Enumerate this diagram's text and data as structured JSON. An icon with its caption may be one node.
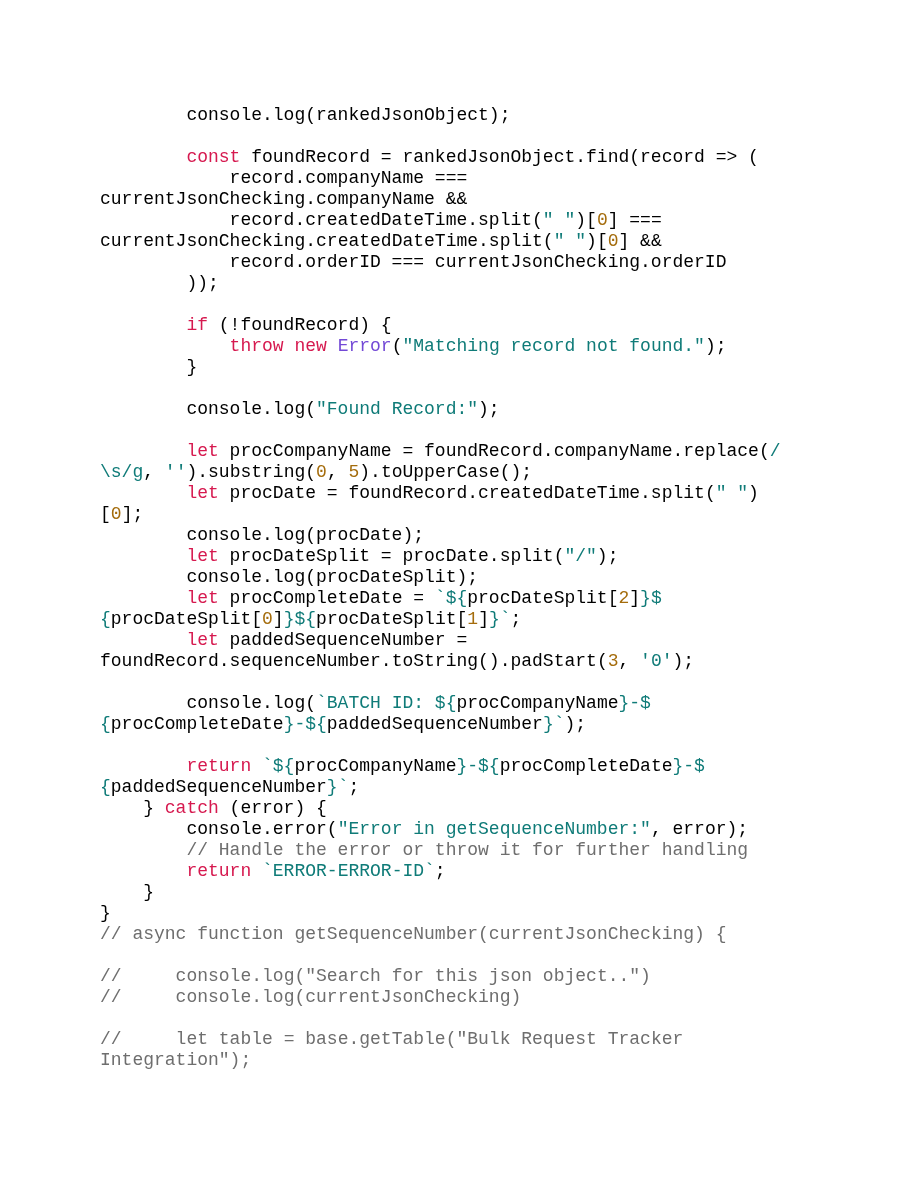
{
  "diagram": {
    "labels": [
      "console.log(rankedJsonObject);",
      "const foundRecord = rankedJsonObject.find(record => (",
      "record.companyName ===",
      "currentJsonChecking.companyName &&",
      "record.createdDateTime.split(\" \")[0] ===",
      "currentJsonChecking.createdDateTime.split(\" \")[0] &&",
      "record.orderID === currentJsonChecking.orderID",
      "));",
      "if (!foundRecord) {",
      "throw new Error(\"Matching record not found.\");",
      "}",
      "console.log(\"Found Record:\");",
      "let procCompanyName = foundRecord.companyName.replace(/",
      "\\s/g, '').substring(0, 5).toUpperCase();",
      "let procDate = foundRecord.createdDateTime.split(\" \")",
      "[0];",
      "console.log(procDate);",
      "let procDateSplit = procDate.split(\"/\");",
      "console.log(procDateSplit);",
      "let procCompleteDate = `${procDateSplit[2]}$",
      "{procDateSplit[0]}${procDateSplit[1]}`;",
      "let paddedSequenceNumber =",
      "foundRecord.sequenceNumber.toString().padStart(3, '0');",
      "console.log(`BATCH ID: ${procCompanyName}-$",
      "{procCompleteDate}-${paddedSequenceNumber}`);",
      "return `${procCompanyName}-${procCompleteDate}-$",
      "{paddedSequenceNumber}`;",
      "} catch (error) {",
      "console.error(\"Error in getSequenceNumber:\", error);",
      "// Handle the error or throw it for further handling",
      "return `ERROR-ERROR-ID`;",
      "}",
      "}",
      "// async function getSequenceNumber(currentJsonChecking) {",
      "//     console.log(\"Search for this json object..\")",
      "//     console.log(currentJsonChecking)",
      "//     let table = base.getTable(\"Bulk Request Tracker",
      "Integration\");"
    ]
  }
}
